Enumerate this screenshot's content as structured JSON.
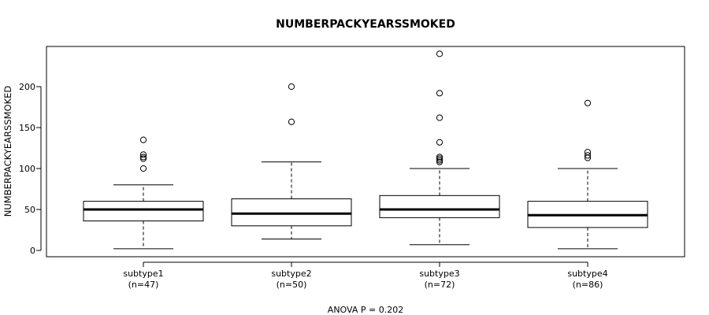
{
  "chart_data": {
    "type": "box",
    "title": "NUMBERPACKYEARSSMOKED",
    "ylabel": "NUMBERPACKYEARSSMOKED",
    "xlabel": "",
    "ylim": [
      -8,
      245
    ],
    "yticks": [
      0,
      50,
      100,
      150,
      200
    ],
    "grid": false,
    "footer": "ANOVA P = 0.202",
    "groups": [
      {
        "label": "subtype1",
        "n_label": "(n=47)",
        "min": 2,
        "q1": 36,
        "median": 50,
        "q3": 60,
        "max": 80,
        "outliers": [
          100,
          112,
          114,
          117,
          135
        ]
      },
      {
        "label": "subtype2",
        "n_label": "(n=50)",
        "min": 14,
        "q1": 30,
        "median": 45,
        "q3": 63,
        "max": 108,
        "outliers": [
          157,
          200
        ]
      },
      {
        "label": "subtype3",
        "n_label": "(n=72)",
        "min": 7,
        "q1": 40,
        "median": 50,
        "q3": 67,
        "max": 100,
        "outliers": [
          108,
          110,
          112,
          114,
          132,
          162,
          192,
          240
        ]
      },
      {
        "label": "subtype4",
        "n_label": "(n=86)",
        "min": 2,
        "q1": 28,
        "median": 43,
        "q3": 60,
        "max": 100,
        "outliers": [
          113,
          116,
          120,
          180
        ]
      }
    ]
  }
}
